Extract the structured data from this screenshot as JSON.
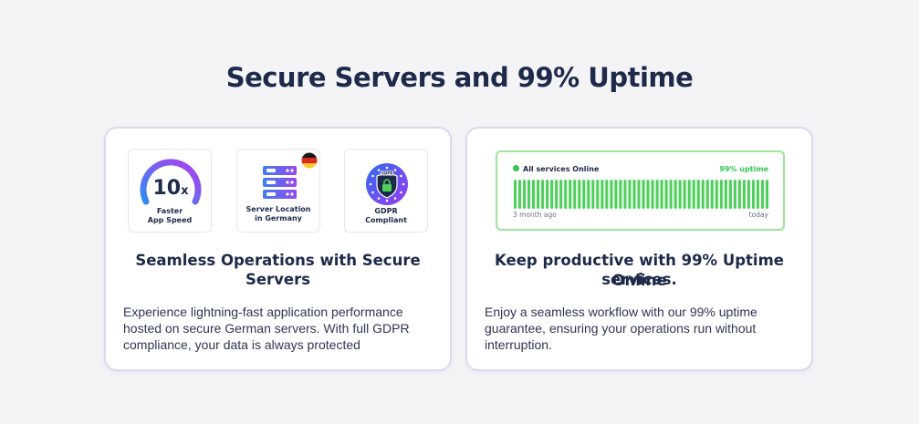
{
  "section": {
    "title": "Secure Servers and 99% Uptime"
  },
  "left_card": {
    "tiles": [
      {
        "big_value": "10",
        "big_suffix": "x",
        "label_line1": "Faster",
        "label_line2": "App Speed"
      },
      {
        "label_line1": "Server Location",
        "label_line2": "in Germany"
      },
      {
        "badge_text": "GDPR",
        "label_line1": "GDPR",
        "label_line2": "Compliant"
      }
    ],
    "heading_line1": "Seamless Operations with Secure",
    "heading_line2": "Servers",
    "text_line1": "Experience lightning-fast application performance",
    "text_line2": "hosted on secure German servers. With full GDPR",
    "text_line3": "compliance, your data is always protected"
  },
  "right_card": {
    "status": {
      "label": "All services Online",
      "uptime": "99% uptime",
      "start_label": "3 month ago",
      "end_label": "today",
      "bar_count": 56,
      "bar_color": "#4ed15a"
    },
    "heading_line1": "Keep productive with 99% Uptime Online",
    "heading_line2": "services.",
    "text_line1": "Enjoy a seamless workflow with our 99% uptime",
    "text_line2": "guarantee, ensuring your operations run without",
    "text_line3": "interruption."
  },
  "colors": {
    "accent_purple": "#7b3cf0",
    "accent_blue": "#2f8df0",
    "success_green": "#31c752"
  },
  "icons": [
    "speed-gauge-icon",
    "server-stack-icon",
    "germany-flag-icon",
    "gdpr-shield-icon"
  ]
}
